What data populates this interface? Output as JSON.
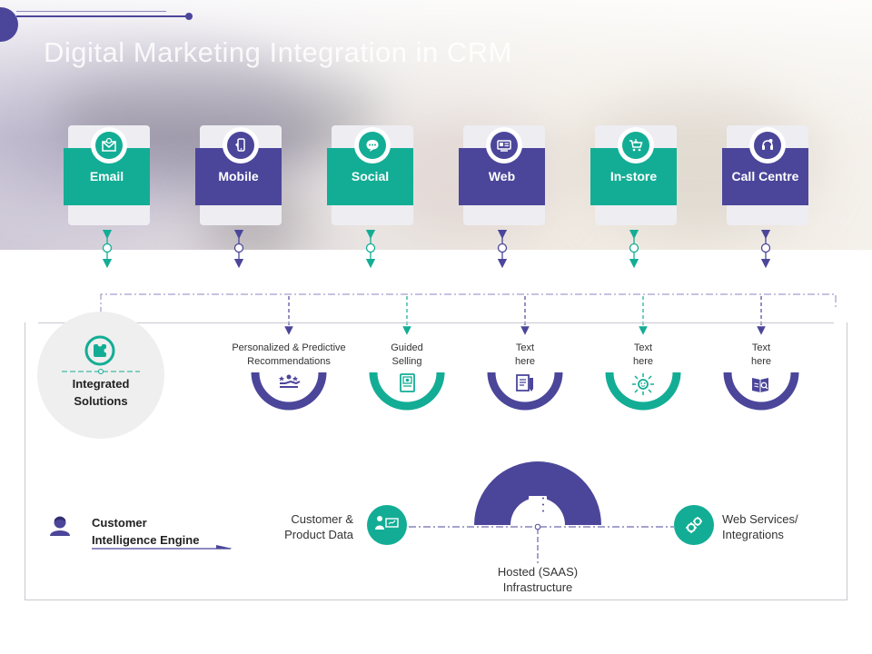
{
  "page": {
    "title": "Digital Marketing Integration in CRM"
  },
  "colors": {
    "teal": "#13ad95",
    "purple": "#4b469a",
    "card": "#eeedf2"
  },
  "channels": [
    {
      "label": "Email",
      "icon": "email-icon",
      "color": "#13ad95"
    },
    {
      "label": "Mobile",
      "icon": "mobile-icon",
      "color": "#4b469a"
    },
    {
      "label": "Social",
      "icon": "chat-icon",
      "color": "#13ad95"
    },
    {
      "label": "Web",
      "icon": "web-icon",
      "color": "#4b469a"
    },
    {
      "label": "In-store",
      "icon": "cart-icon",
      "color": "#13ad95"
    },
    {
      "label": "Call Centre",
      "icon": "headset-icon",
      "color": "#4b469a"
    }
  ],
  "integrated": {
    "label_line1": "Integrated",
    "label_line2": "Solutions",
    "icon": "puzzle-cycle-icon"
  },
  "solutions": [
    {
      "line1": "Personalized & Predictive",
      "line2": "Recommendations",
      "icon": "hand-stars-icon",
      "color": "#4b469a"
    },
    {
      "line1": "Guided",
      "line2": "Selling",
      "icon": "guide-book-icon",
      "color": "#13ad95"
    },
    {
      "line1": "Text",
      "line2": "here",
      "icon": "document-pen-icon",
      "color": "#4b469a"
    },
    {
      "line1": "Text",
      "line2": "here",
      "icon": "sun-network-icon",
      "color": "#13ad95"
    },
    {
      "line1": "Text",
      "line2": "here",
      "icon": "book-search-icon",
      "color": "#4b469a"
    }
  ],
  "engine": {
    "title_line1": "Customer",
    "title_line2": "Intelligence Engine",
    "icon": "user-icon"
  },
  "hub": {
    "left_line1": "Customer &",
    "left_line2": "Product Data",
    "right_line1": "Web Services/",
    "right_line2": "Integrations",
    "bottom_line1": "Hosted (SAAS)",
    "bottom_line2": "Infrastructure",
    "center_icon": "server-icon",
    "left_icon": "presenter-icon",
    "right_icon": "gears-icon"
  }
}
